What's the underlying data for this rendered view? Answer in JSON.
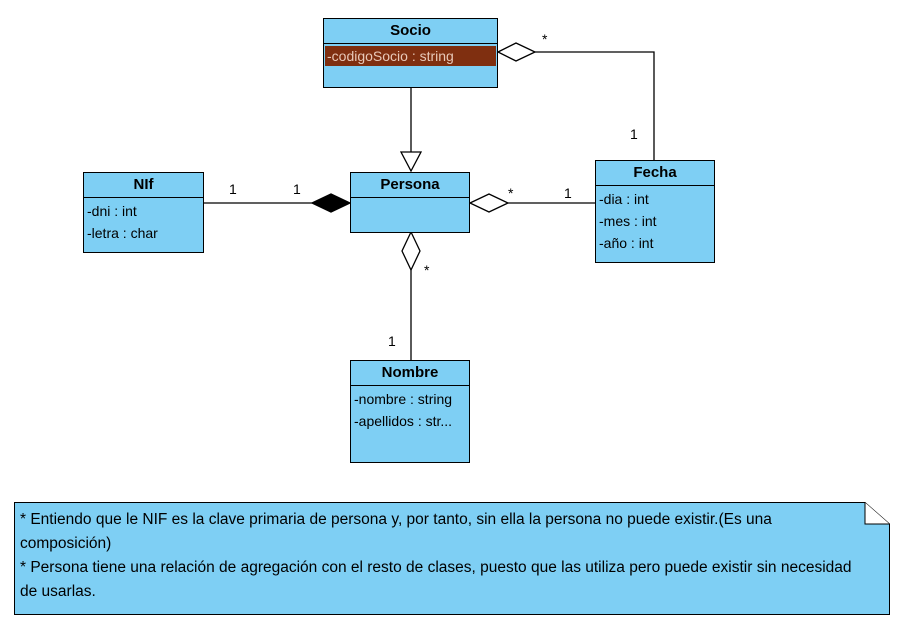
{
  "classes": {
    "socio": {
      "name": "Socio",
      "attributes": [
        "-codigoSocio : string"
      ]
    },
    "persona": {
      "name": "Persona",
      "attributes": []
    },
    "nif": {
      "name": "NIf",
      "attributes": [
        "-dni : int",
        "-letra : char"
      ]
    },
    "fecha": {
      "name": "Fecha",
      "attributes": [
        "-dia : int",
        "-mes : int",
        "-año : int"
      ]
    },
    "nombre": {
      "name": "Nombre",
      "attributes": [
        "-nombre : string",
        "-apellidos : str..."
      ]
    }
  },
  "multiplicities": {
    "socio_fecha_socio_end": "*",
    "socio_fecha_fecha_end": "1",
    "nif_persona_nif_end": "1",
    "nif_persona_persona_end": "1",
    "persona_fecha_persona_end": "*",
    "persona_fecha_fecha_end": "1",
    "persona_nombre_persona_end": "*",
    "persona_nombre_nombre_end": "1"
  },
  "note": {
    "lines": [
      "* Entiendo que le NIF es la clave primaria de persona y, por tanto, sin ella la persona no puede existir.(Es una composición)",
      "* Persona tiene una relación de agregación con el resto de clases, puesto que las utiliza pero puede existir sin necesidad de usarlas."
    ]
  },
  "colors": {
    "class_fill": "#7ecff4",
    "selected_attribute_fill": "#7f2f10",
    "note_fill": "#7ecff4"
  }
}
